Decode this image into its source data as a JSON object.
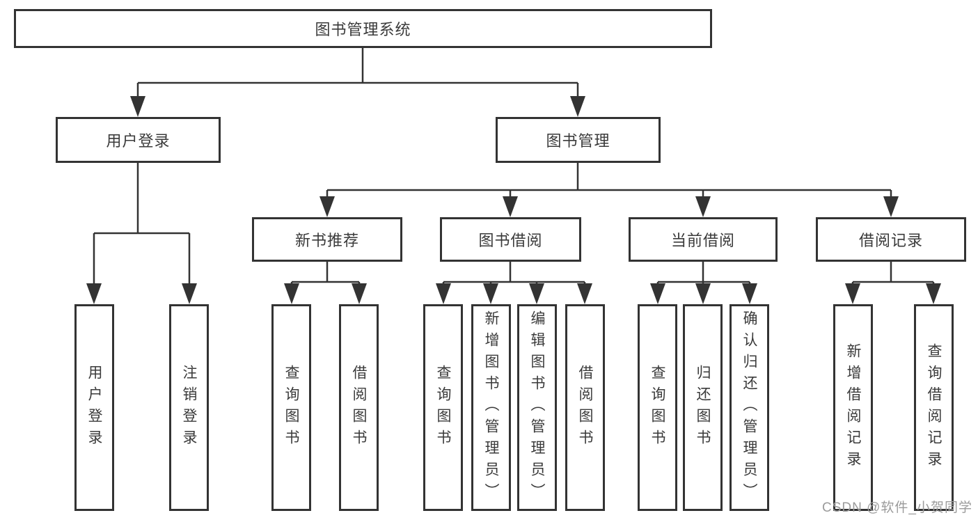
{
  "diagram": {
    "title_node": {
      "label": "图书管理系统"
    },
    "level2": [
      {
        "label": "用户登录"
      },
      {
        "label": "图书管理"
      }
    ],
    "level3": [
      {
        "label": "新书推荐",
        "parent": "图书管理"
      },
      {
        "label": "图书借阅",
        "parent": "图书管理"
      },
      {
        "label": "当前借阅",
        "parent": "图书管理"
      },
      {
        "label": "借阅记录",
        "parent": "图书管理"
      }
    ],
    "leaves": [
      {
        "label": "用户登录",
        "parent": "用户登录"
      },
      {
        "label": "注销登录",
        "parent": "用户登录"
      },
      {
        "label": "查询图书",
        "parent": "新书推荐"
      },
      {
        "label": "借阅图书",
        "parent": "新书推荐"
      },
      {
        "label": "查询图书",
        "parent": "图书借阅"
      },
      {
        "label": "新增图书（管理员）",
        "parent": "图书借阅"
      },
      {
        "label": "编辑图书（管理员）",
        "parent": "图书借阅"
      },
      {
        "label": "借阅图书",
        "parent": "图书借阅"
      },
      {
        "label": "查询图书",
        "parent": "当前借阅"
      },
      {
        "label": "归还图书",
        "parent": "当前借阅"
      },
      {
        "label": "确认归还（管理员）",
        "parent": "当前借阅"
      },
      {
        "label": "新增借阅记录",
        "parent": "借阅记录"
      },
      {
        "label": "查询借阅记录",
        "parent": "借阅记录"
      }
    ],
    "colors": {
      "line": "#333333",
      "text": "#3a3a3a",
      "watermark_text": "#9b9b9b",
      "background": "#ffffff"
    }
  },
  "watermark": "CSDN @软件_小贺同学"
}
